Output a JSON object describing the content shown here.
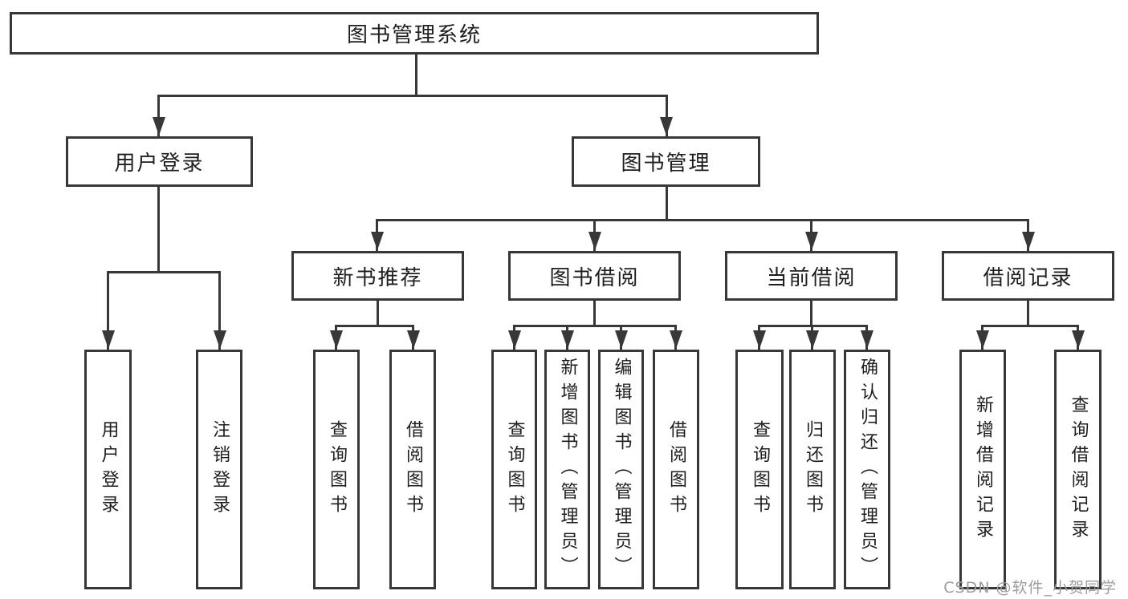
{
  "diagram": {
    "type": "hierarchy",
    "orientation": "top-down"
  },
  "tree": {
    "label": "图书管理系统",
    "children": [
      {
        "label": "用户登录",
        "children": [
          {
            "label": "用户登录"
          },
          {
            "label": "注销登录"
          }
        ]
      },
      {
        "label": "图书管理",
        "children": [
          {
            "label": "新书推荐",
            "children": [
              {
                "label": "查询图书"
              },
              {
                "label": "借阅图书"
              }
            ]
          },
          {
            "label": "图书借阅",
            "children": [
              {
                "label": "查询图书"
              },
              {
                "label": "新增图书（管理员）"
              },
              {
                "label": "编辑图书（管理员）"
              },
              {
                "label": "借阅图书"
              }
            ]
          },
          {
            "label": "当前借阅",
            "children": [
              {
                "label": "查询图书"
              },
              {
                "label": "归还图书"
              },
              {
                "label": "确认归还（管理员）"
              }
            ]
          },
          {
            "label": "借阅记录",
            "children": [
              {
                "label": "新增借阅记录"
              },
              {
                "label": "查询借阅记录"
              }
            ]
          }
        ]
      }
    ]
  },
  "watermark": {
    "text": "CSDN @软件_小贺同学"
  },
  "colors": {
    "line": "#383838",
    "box_border": "#383838",
    "text": "#1e1e1e",
    "watermark_text": "#9c9c9c",
    "background": "#ffffff"
  }
}
